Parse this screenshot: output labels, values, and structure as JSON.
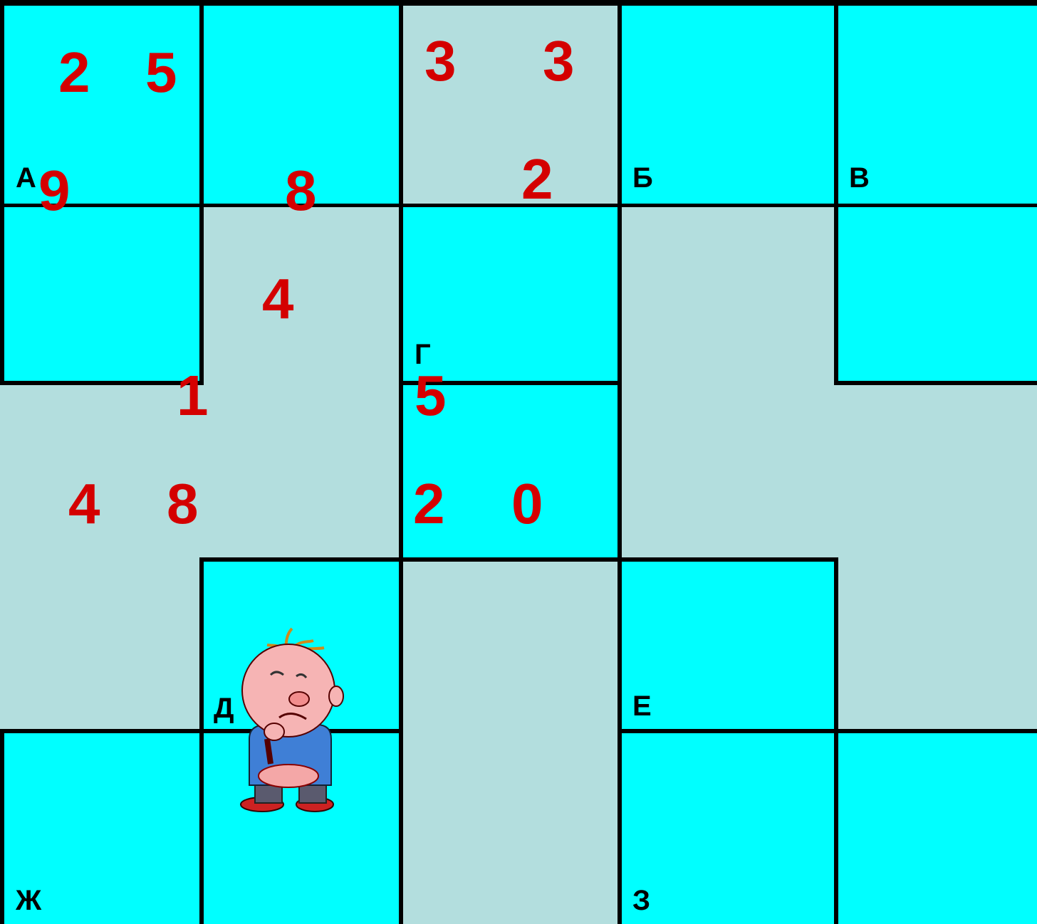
{
  "colors": {
    "tile": "#00ffff",
    "path": "#b3dede",
    "grid_line": "#000000",
    "digits": "#d40000",
    "letters": "#000000"
  },
  "letters": {
    "a": "А",
    "b": "Б",
    "v": "В",
    "g": "Г",
    "d": "Д",
    "e": "Е",
    "zh": "Ж",
    "z": "З"
  },
  "numbers": {
    "n1": "2",
    "n2": "5",
    "n3": "3",
    "n4": "3",
    "n5": "9",
    "n6": "8",
    "n7": "2",
    "n8": "4",
    "n9": "1",
    "n10": "5",
    "n11": "4",
    "n12": "8",
    "n13": "2",
    "n14": "0"
  },
  "character": {
    "icon": "thinking-boy-icon"
  }
}
